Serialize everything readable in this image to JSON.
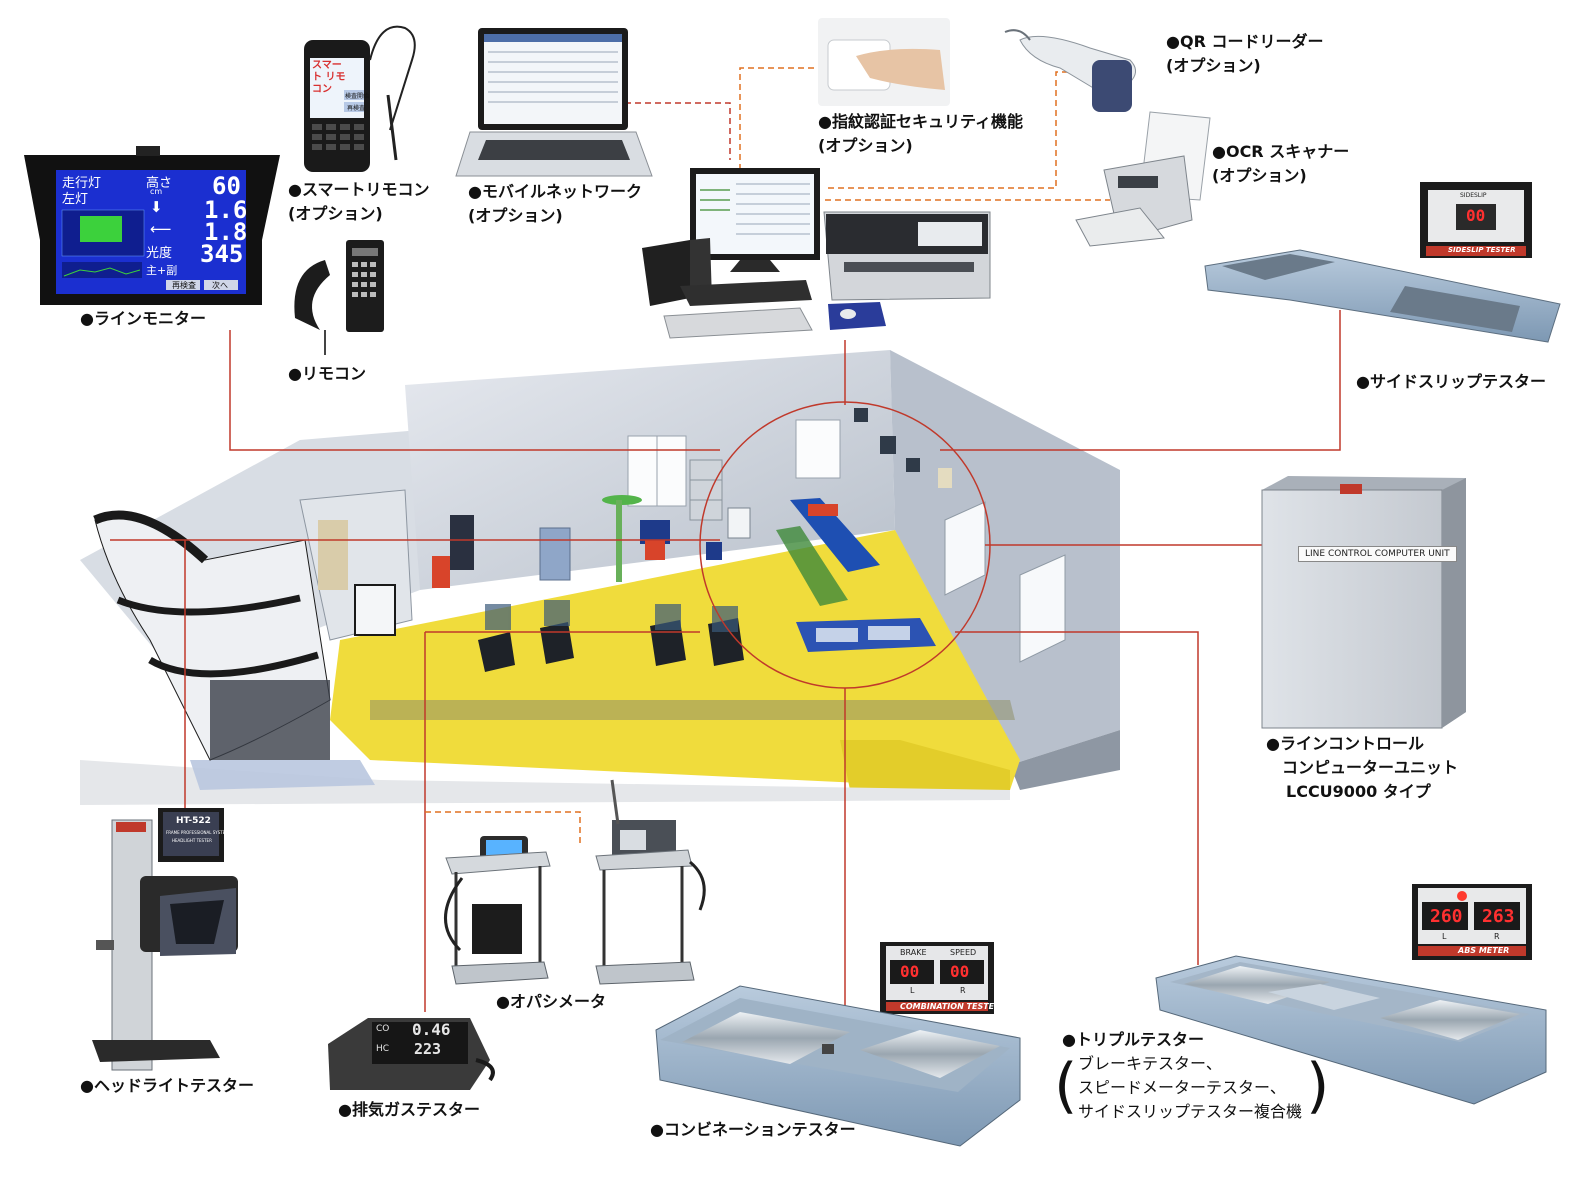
{
  "colors": {
    "connector_red": "#c0392b",
    "connector_orange": "#e07020",
    "floor_yellow": "#f0dc3c",
    "monitor_blue": "#1b2fd0",
    "wall_gray": "#c9cfd8"
  },
  "labels": {
    "line_monitor": "●ラインモニター",
    "smart_remote": "●スマートリモコン",
    "smart_remote_opt": "(オプション)",
    "remote": "●リモコン",
    "mobile_network": "●モバイルネットワーク",
    "mobile_network_opt": "(オプション)",
    "fingerprint": "●指紋認証セキュリティ機能",
    "fingerprint_opt": "(オプション)",
    "qr_reader": "●QR コードリーダー",
    "qr_reader_opt": "(オプション)",
    "ocr_scanner": "●OCR スキャナー",
    "ocr_scanner_opt": "(オプション)",
    "sideslip_tester": "●サイドスリップテスター",
    "line_control_1": "●ラインコントロール",
    "line_control_2": "コンピューターユニット",
    "line_control_3": "LCCU9000 タイプ",
    "headlight_tester": "●ヘッドライトテスター",
    "exhaust_tester": "●排気ガステスター",
    "opacimeter": "●オパシメータ",
    "combination_tester": "●コンビネーションテスター",
    "triple_tester": "●トリプルテスター",
    "triple_tester_l1": "ブレーキテスター、",
    "triple_tester_l2": "スピードメーターテスター、",
    "triple_tester_l3": "サイドスリップテスター複合機"
  },
  "line_monitor_screen": {
    "row1_label": "走行灯",
    "row1_label2": "左灯",
    "height_label": "高さ",
    "height_unit": "cm",
    "height_value": "60",
    "down_value": "1.6",
    "left_value": "1.8",
    "lux_label": "光度",
    "lux_sub": "主+副",
    "lux_value": "345",
    "btn1": "再検査",
    "btn2": "次へ"
  },
  "smart_remote_screen": {
    "title": "スマート リモコン",
    "btn_a": "検査開始",
    "btn_b": "再検査"
  },
  "sideslip_panel": {
    "header": "SIDESLIP",
    "value": "00",
    "footer": "SIDESLIP TESTER"
  },
  "lccu_plate": "LINE CONTROL COMPUTER UNIT",
  "headlight_screen": {
    "model": "HT-522",
    "line1": "FRAME PROFESSIONAL SYSTEM",
    "line2": "HEADLIGHT TESTER"
  },
  "exhaust_display": {
    "co_label": "CO",
    "co_value": "0.46",
    "hc_label": "HC",
    "hc_value": "223"
  },
  "combination_panel": {
    "brake": "BRAKE",
    "speed": "SPEED",
    "left_value": "00",
    "right_value": "00",
    "l": "L",
    "r": "R",
    "footer": "COMBINATION TESTER"
  },
  "abs_panel": {
    "left_value": "260",
    "right_value": "263",
    "l": "L",
    "r": "R",
    "footer": "ABS METER"
  }
}
